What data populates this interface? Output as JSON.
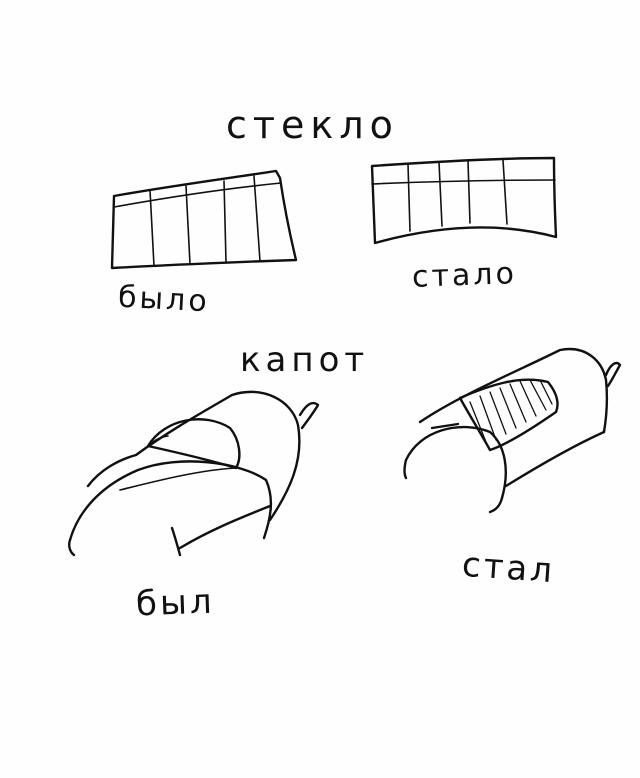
{
  "labels": {
    "glass_title": "стекло",
    "glass_before": "было",
    "glass_after": "стало",
    "hood_title": "капот",
    "hood_before": "был",
    "hood_after": "стал"
  },
  "colors": {
    "ink": "#111111",
    "paper": "#fefefe"
  }
}
